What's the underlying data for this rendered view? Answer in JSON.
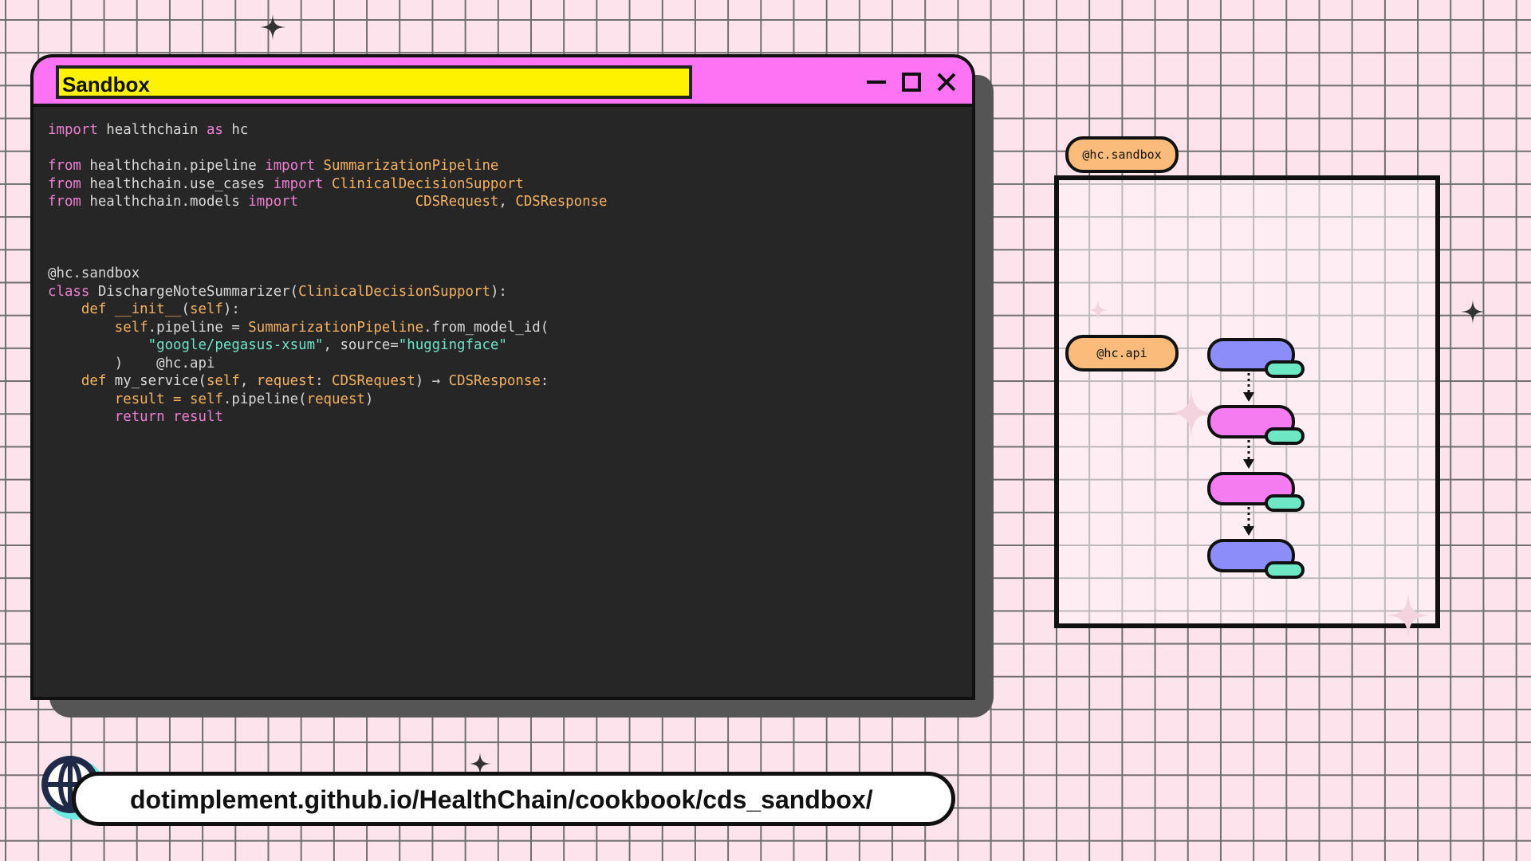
{
  "window": {
    "title": "Sandbox",
    "colors": {
      "titlebar": "#fc74f3",
      "title_field": "#fff200",
      "editor_bg": "#262627"
    }
  },
  "code": {
    "l1": {
      "a": "import",
      "b": " healthchain ",
      "c": "as",
      "d": " hc"
    },
    "l3": {
      "a": "from",
      "b": " healthchain.pipeline ",
      "c": "import",
      "d": " SummarizationPipeline"
    },
    "l4": {
      "a": "from",
      "b": " healthchain.use_cases ",
      "c": "import",
      "d": " ClinicalDecisionSupport"
    },
    "l5": {
      "a": "from",
      "b": " healthchain.models ",
      "c": "import",
      "d": "              CDSRequest",
      "e": ",",
      "f": " CDSResponse"
    },
    "l9": {
      "a": "@hc",
      "b": ".sandbox"
    },
    "l10": {
      "a": "class",
      "b": " DischargeNoteSummarizer(",
      "c": "ClinicalDecisionSupport",
      "d": "):"
    },
    "l11": {
      "a": "    def",
      "b": " __init__",
      "c": "(",
      "d": "self",
      "e": "):"
    },
    "l12": {
      "a": "        self",
      "b": ".pipeline = ",
      "c": "SummarizationPipeline",
      "d": ".from_model_id("
    },
    "l13": {
      "a": "            \"google/pegasus-xsum\"",
      "b": ", source=",
      "c": "\"huggingface\""
    },
    "l14": {
      "a": "        )"
    },
    "l24": {
      "a": "    @hc",
      "b": ".api"
    },
    "l25": {
      "a": "    def",
      "b": " my_service(",
      "c": "self",
      "d": ", ",
      "e": "request",
      "f": ": ",
      "g": "CDSRequest",
      "h": ") → ",
      "i": "CDSResponse",
      "j": ":"
    },
    "l26": {
      "a": "        result = ",
      "b": "self",
      "c": ".pipeline(",
      "d": "request",
      "e": ")"
    },
    "l27": {
      "a": "        return",
      "b": " result"
    }
  },
  "diagram": {
    "sandbox_label": "@hc.sandbox",
    "api_label": "@hc.api",
    "node_colors": [
      "#8d8dfa",
      "#f47cf0",
      "#f47cf0",
      "#8d8dfa"
    ],
    "nub_color": "#6ee8c4",
    "pill_color": "#fbbb7a"
  },
  "url": {
    "text": "dotimplement.github.io/HealthChain/cookbook/cds_sandbox/"
  },
  "icons": {
    "globe": "globe-icon",
    "minimize": "minimize-icon",
    "maximize": "maximize-icon",
    "close": "close-icon"
  }
}
